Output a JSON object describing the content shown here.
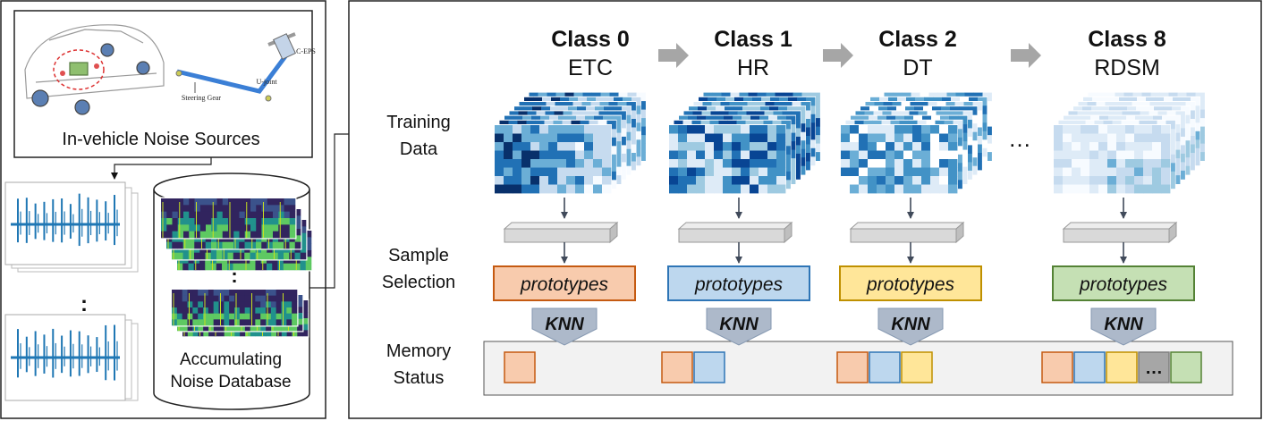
{
  "left_panel": {
    "sources_label": "In-vehicle Noise Sources",
    "car_labels": {
      "ceps": "C-EPS",
      "ujoint": "U-joint",
      "steering_gear": "Steering Gear"
    },
    "vertical_ellipsis": ":",
    "database_ellipsis": ":",
    "database_label_line1": "Accumulating",
    "database_label_line2": "Noise Database"
  },
  "right_panel": {
    "row_labels": {
      "training": [
        "Training",
        "Data"
      ],
      "selection": [
        "Sample",
        "Selection"
      ],
      "memory": [
        "Memory",
        "Status"
      ]
    },
    "classes": [
      {
        "title": "Class 0",
        "name": "ETC",
        "color_fill": "#f8cbad",
        "color_stroke": "#c55a11",
        "theme": "dark"
      },
      {
        "title": "Class 1",
        "name": "HR",
        "color_fill": "#bdd7ee",
        "color_stroke": "#2e75b6",
        "theme": "mid"
      },
      {
        "title": "Class 2",
        "name": "DT",
        "color_fill": "#ffe699",
        "color_stroke": "#bf9000",
        "theme": "dots"
      },
      {
        "title": "Class 8",
        "name": "RDSM",
        "color_fill": "#c5e0b4",
        "color_stroke": "#548235",
        "theme": "light"
      }
    ],
    "prototypes_label": "prototypes",
    "knn_label": "KNN",
    "horizontal_ellipsis": "…",
    "memory_ellipsis": "…",
    "memory_boxes": [
      [
        "#f8cbad"
      ],
      [
        "#f8cbad",
        "#bdd7ee"
      ],
      [
        "#f8cbad",
        "#bdd7ee",
        "#ffe699"
      ],
      [
        "#f8cbad",
        "#bdd7ee",
        "#ffe699",
        "#a6a6a6",
        "#c5e0b4"
      ]
    ]
  },
  "colors": {
    "arrow_gray": "#a6a6a6",
    "memory_bg": "#f2f2f2",
    "knn_fill": "#adb9ca",
    "knn_stroke": "#8497b0",
    "pipe_fill": "#d9d9d9"
  }
}
